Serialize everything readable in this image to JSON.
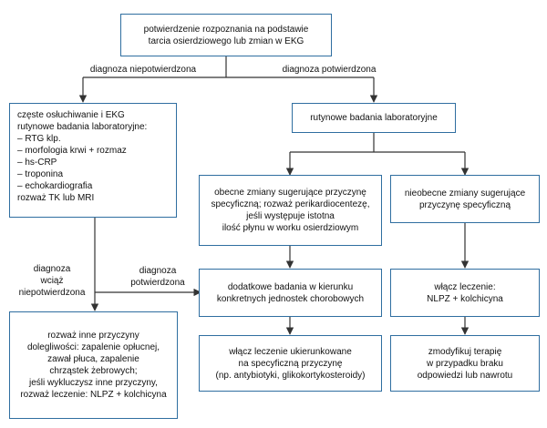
{
  "boxes": {
    "confirm": "potwierdzenie rozpoznania na podstawie\ntarcia osierdziowego lub zmian w EKG",
    "unconfirmed": "częste osłuchiwanie i EKG\nrutynowe badania laboratoryjne:\n– RTG klp.\n– morfologia krwi + rozmaz\n– hs-CRP\n– troponina\n– echokardiografia\nrozważ TK lub MRI",
    "routine_labs": "rutynowe badania laboratoryjne",
    "present_changes": "obecne zmiany sugerujące przyczynę\nspecyficzną; rozważ perikardiocentezę,\njeśli występuje istotna\nilość płynu w worku osierdziowym",
    "absent_changes": "nieobecne zmiany sugerujące\nprzyczynę specyficzną",
    "additional_tests": "dodatkowe badania w kierunku\nkonkretnych jednostek chorobowych",
    "nsaid": "włącz leczenie:\nNLPZ + kolchicyna",
    "other_causes": "rozważ inne przyczyny\ndolegliwości: zapalenie opłucnej,\nzawał płuca, zapalenie\nchrząstek żebrowych;\njeśli wykluczysz inne przyczyny,\nrozważ leczenie: NLPZ + kolchicyna",
    "targeted_treatment": "włącz leczenie ukierunkowane\nna specyficzną przyczynę\n(np. antybiotyki, glikokortykosteroidy)",
    "modify_therapy": "zmodyfikuj terapię\nw przypadku braku\nodpowiedzi lub nawrotu"
  },
  "labels": {
    "not_confirmed": "diagnoza niepotwierdzona",
    "confirmed": "diagnoza potwierdzona",
    "still_not_confirmed": "diagnoza\nwciąż\nniepotwierdzona",
    "confirmed_2": "diagnoza\npotwierdzona"
  },
  "colors": {
    "border": "#2f6ea0",
    "line": "#333333"
  }
}
